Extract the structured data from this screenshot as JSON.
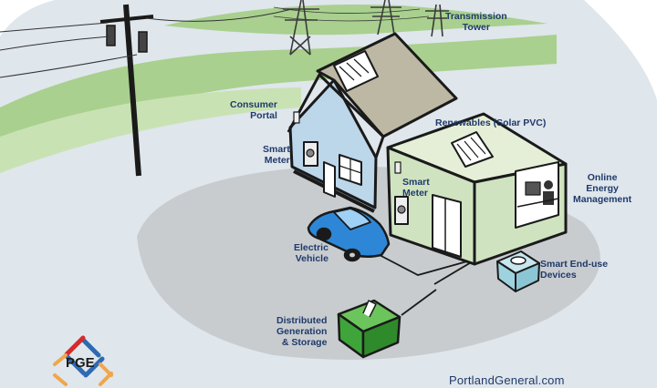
{
  "labels": {
    "transmission_tower": [
      "Transmission",
      "Tower"
    ],
    "consumer_portal": [
      "Consumer",
      "Portal"
    ],
    "smart_meter_house": [
      "Smart",
      "Meter"
    ],
    "renewables": [
      "Renewables (Solar PVC)"
    ],
    "online_energy": [
      "Online",
      "Energy",
      "Management"
    ],
    "smart_meter_building": [
      "Smart",
      "Meter"
    ],
    "electric_vehicle": [
      "Electric",
      "Vehicle"
    ],
    "smart_enduse": [
      "Smart End-use",
      "Devices"
    ],
    "distributed_gen": [
      "Distributed",
      "Generation",
      "& Storage"
    ]
  },
  "logo": {
    "text": "PGE"
  },
  "website": "PortlandGeneral.com",
  "colors": {
    "background": "#dfe6ec",
    "hills": "#a9d08e",
    "house_wall": "#bcd6ea",
    "building_wall": "#cfe3c0",
    "roof": "#bdb8a4",
    "car": "#2e87d6",
    "storage": "#3fa53a",
    "device": "#9fd2df",
    "label": "#1f3a6a"
  }
}
